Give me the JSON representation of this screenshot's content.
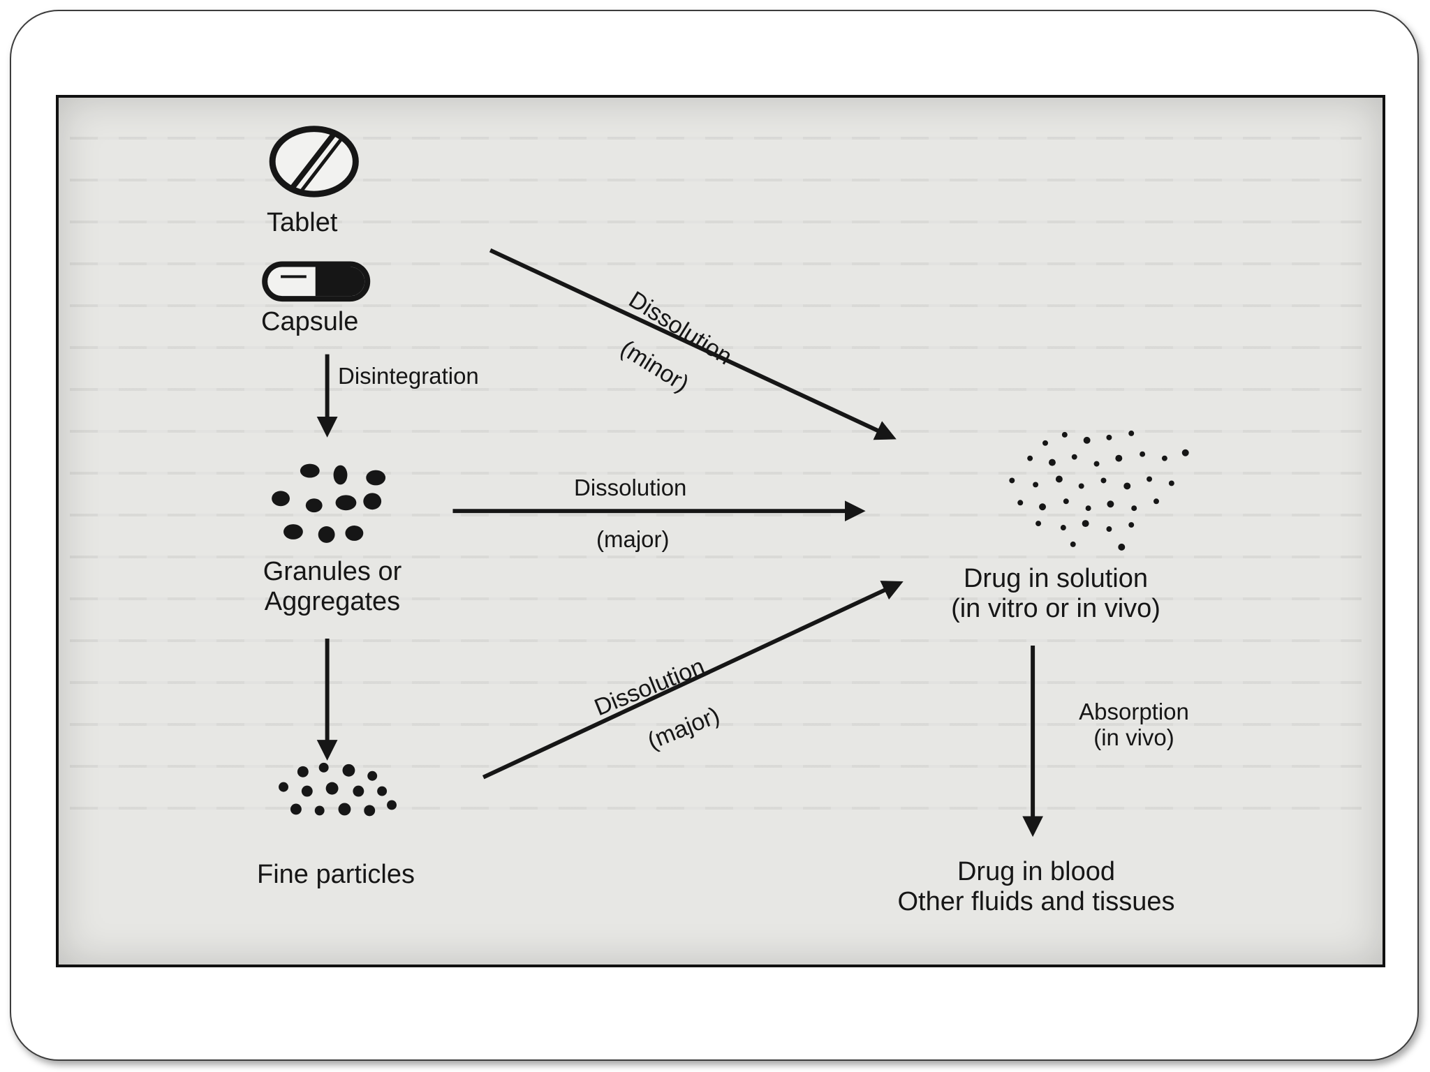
{
  "diagram": {
    "nodes": {
      "tablet": "Tablet",
      "capsule": "Capsule",
      "granules": [
        "Granules or",
        "Aggregates"
      ],
      "fine_particles": "Fine particles",
      "drug_solution": [
        "Drug in solution",
        "(in vitro or in vivo)"
      ],
      "drug_blood": [
        "Drug in blood",
        "Other fluids and tissues"
      ]
    },
    "edges": {
      "disintegration": "Disintegration",
      "dissolution_minor": [
        "Dissolution",
        "(minor)"
      ],
      "dissolution_major_mid": [
        "Dissolution",
        "(major)"
      ],
      "dissolution_major_low": [
        "Dissolution",
        "(major)"
      ],
      "absorption": [
        "Absorption",
        "(in vivo)"
      ]
    },
    "colors": {
      "ink": "#161616",
      "paper": "#e7e7e4",
      "frame": "#3c3c3c"
    }
  }
}
